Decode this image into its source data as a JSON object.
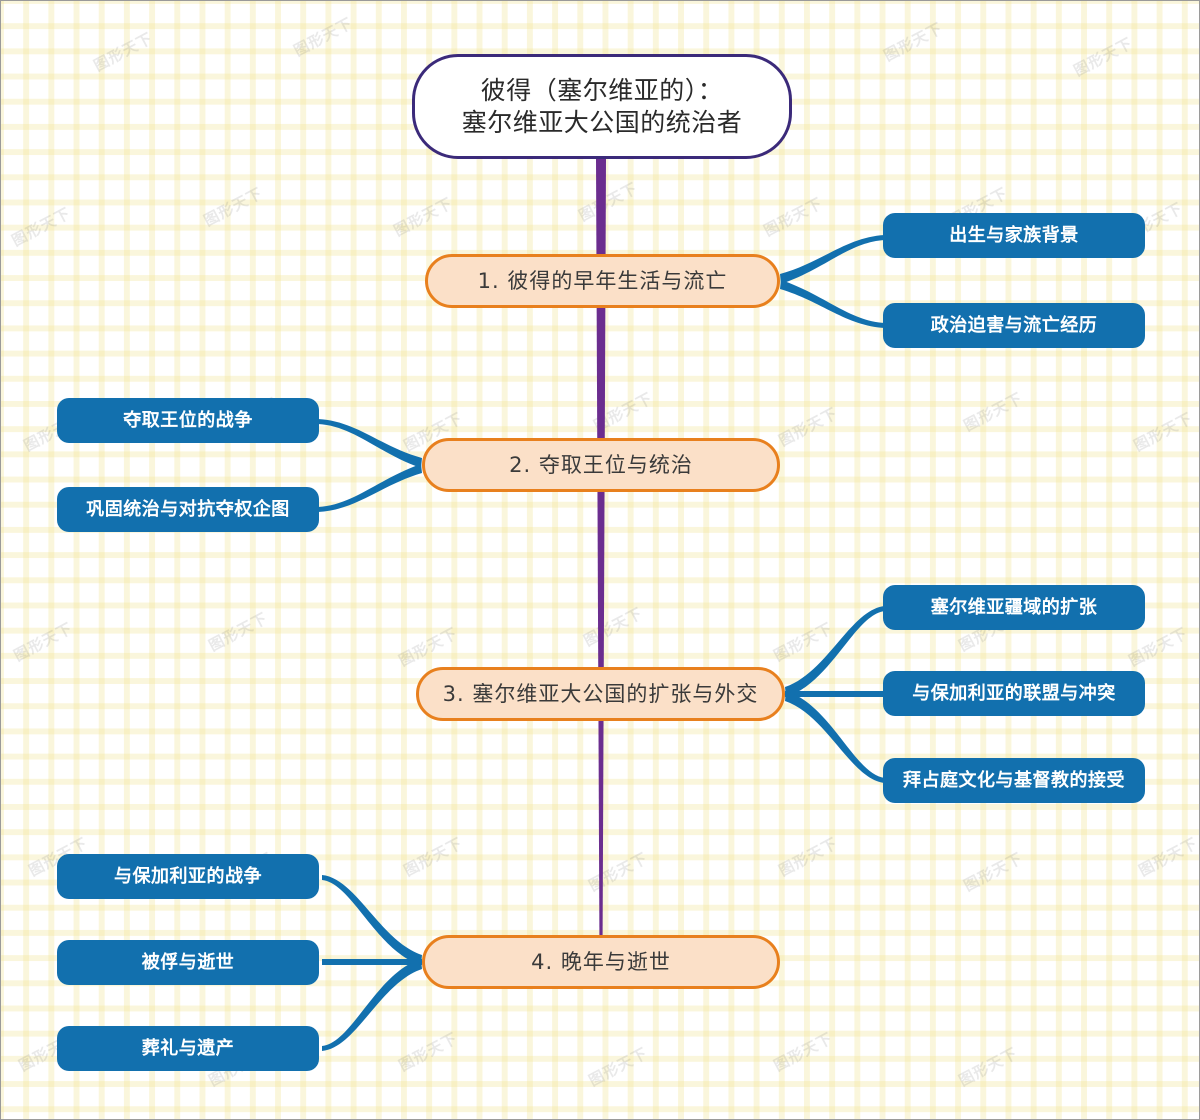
{
  "diagram": {
    "type": "mindmap",
    "watermark_text": "图形天下",
    "colors": {
      "root_border": "#3b2a7a",
      "root_fill": "#ffffff",
      "trunk": "#6b2d8f",
      "branch_border": "#e8801e",
      "branch_fill": "#fbe0c8",
      "leaf_fill": "#1270ae",
      "leaf_text": "#ffffff",
      "connector": "#1270ae",
      "grid": "#f0e28c",
      "canvas": "#ffffff"
    },
    "root": {
      "label": "彼得（塞尔维亚的）：\n塞尔维亚大公国的统治者"
    },
    "branches": [
      {
        "label": "1.  彼得的早年生活与流亡",
        "side": "right",
        "children": [
          {
            "label": "出生与家族背景"
          },
          {
            "label": "政治迫害与流亡经历"
          }
        ]
      },
      {
        "label": "2.  夺取王位与统治",
        "side": "left",
        "children": [
          {
            "label": "夺取王位的战争"
          },
          {
            "label": "巩固统治与对抗夺权企图"
          }
        ]
      },
      {
        "label": "3.  塞尔维亚大公国的扩张与外交",
        "side": "right",
        "children": [
          {
            "label": "塞尔维亚疆域的扩张"
          },
          {
            "label": "与保加利亚的联盟与冲突"
          },
          {
            "label": "拜占庭文化与基督教的接受"
          }
        ]
      },
      {
        "label": "4.  晚年与逝世",
        "side": "left",
        "children": [
          {
            "label": "与保加利亚的战争"
          },
          {
            "label": "被俘与逝世"
          },
          {
            "label": "葬礼与遗产"
          }
        ]
      }
    ]
  }
}
